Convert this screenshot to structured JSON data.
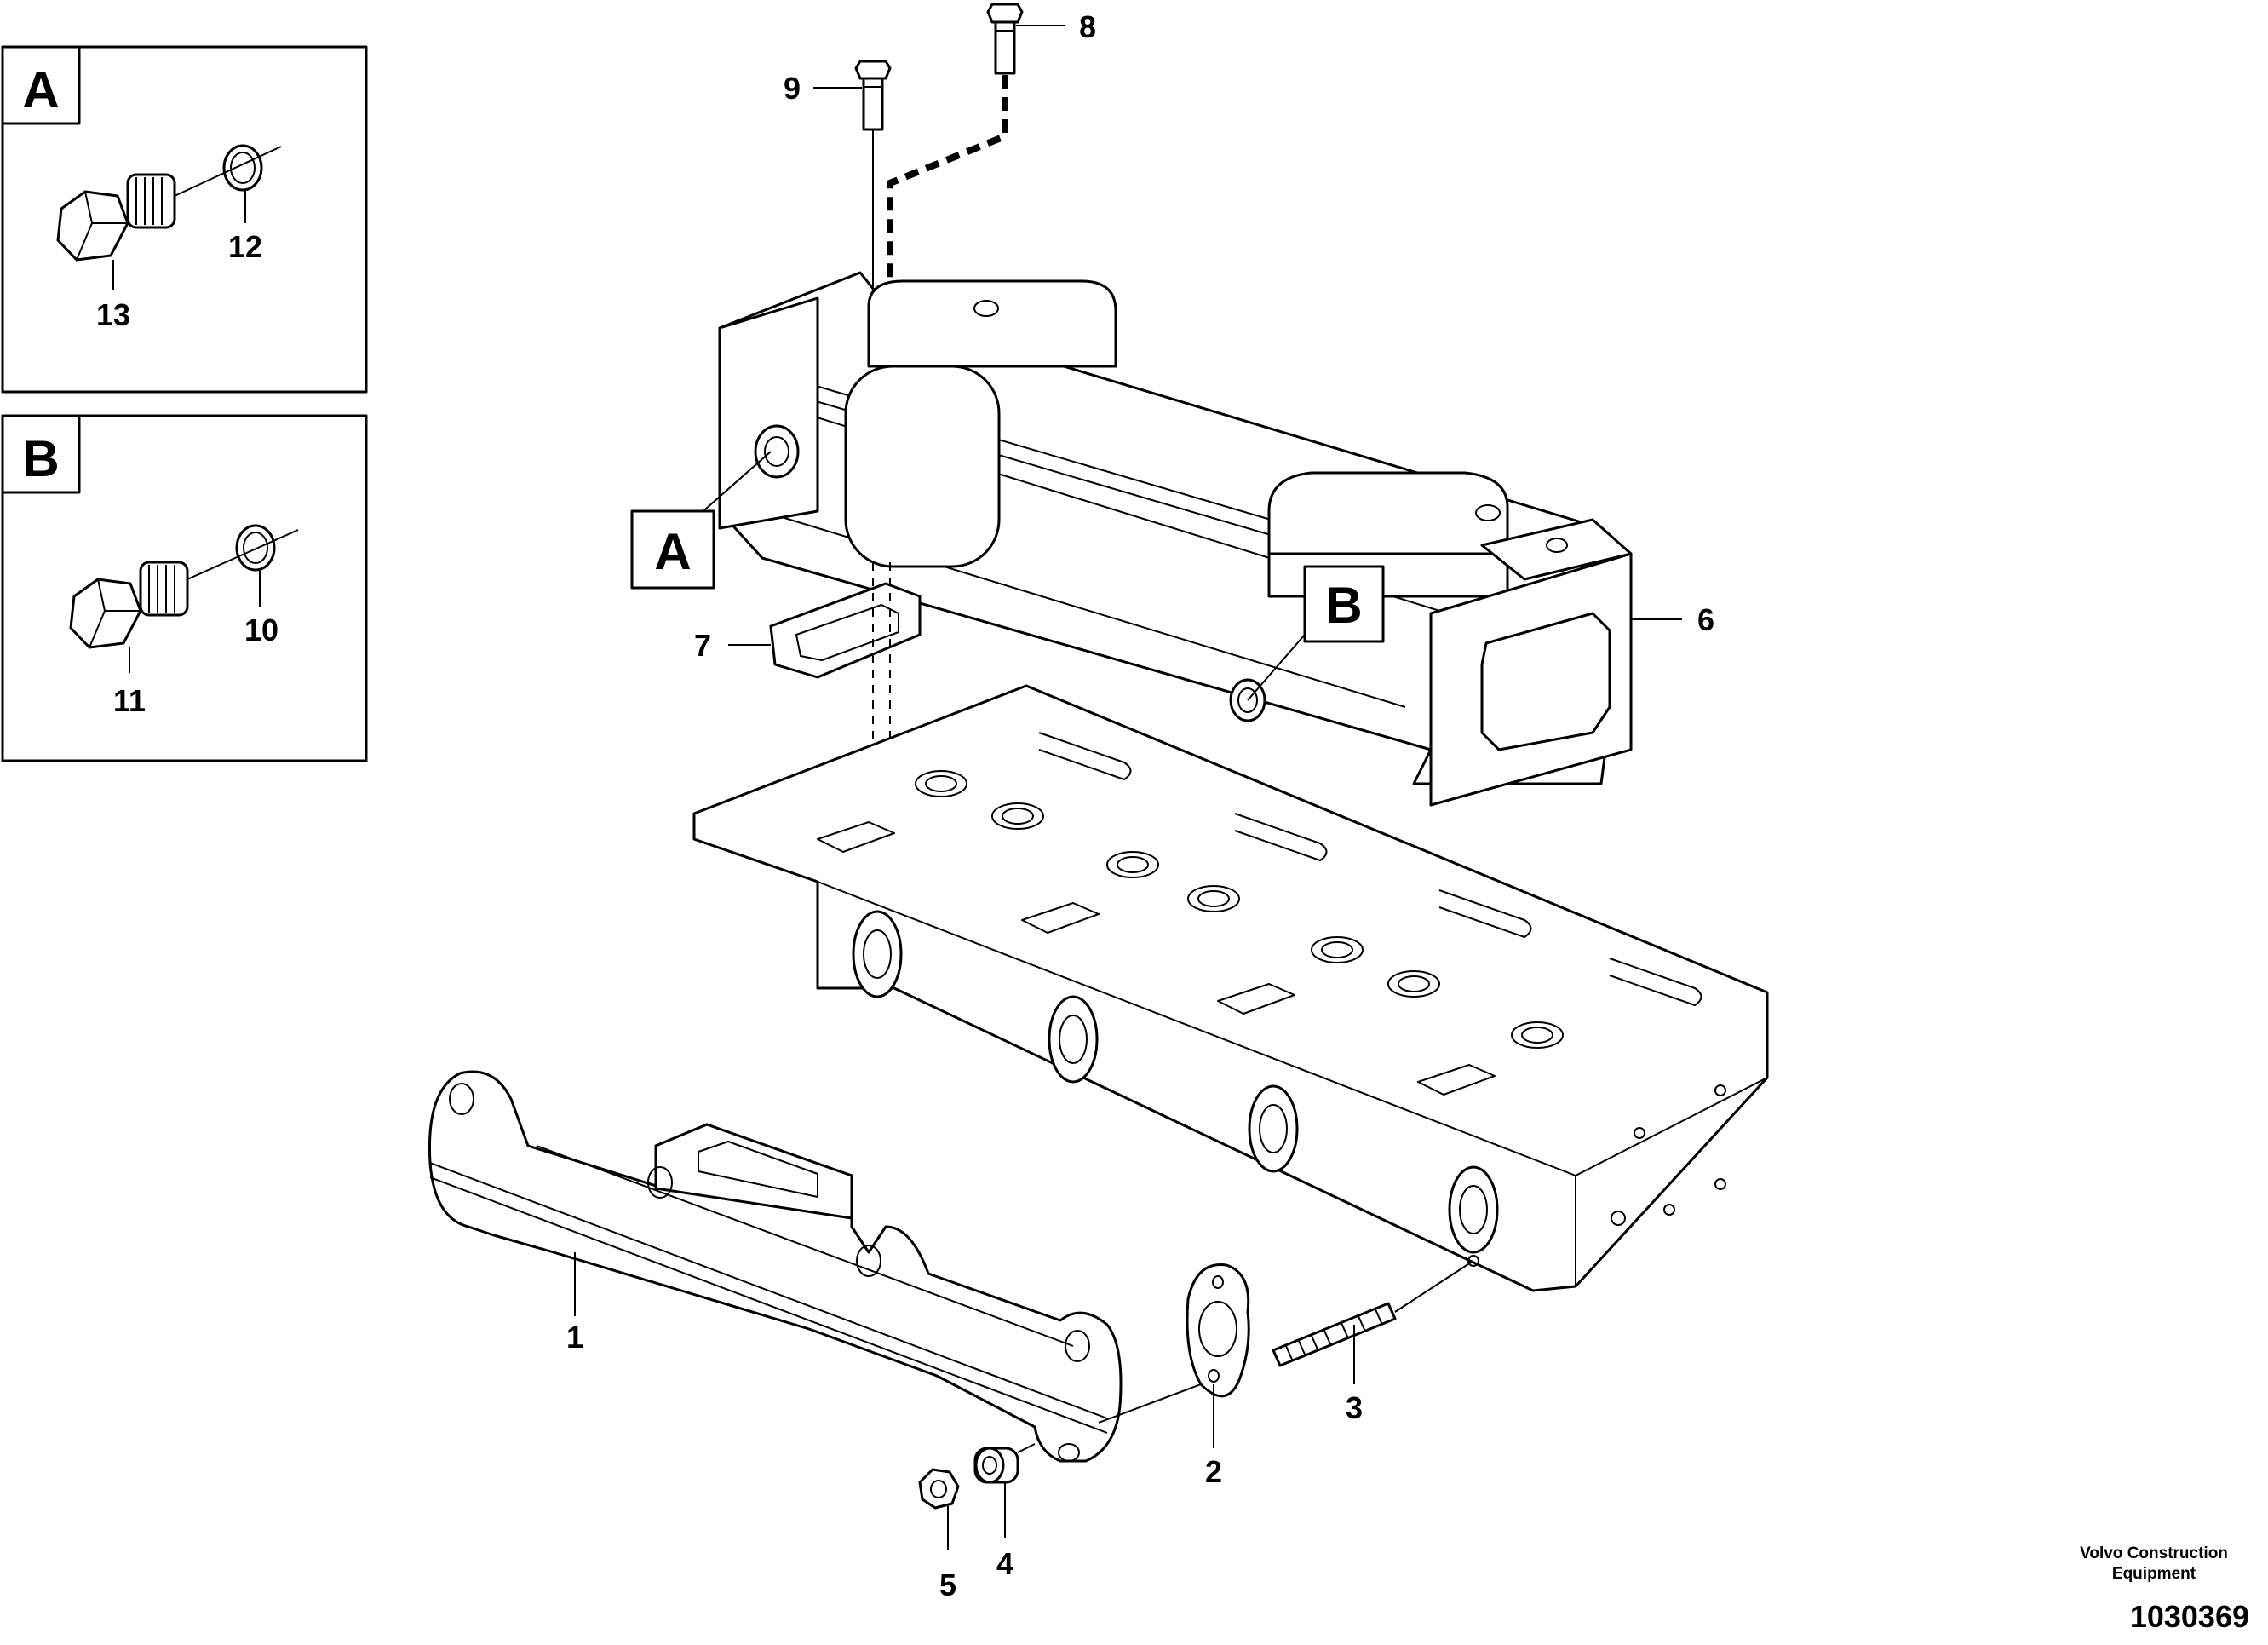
{
  "detail_boxes": [
    {
      "letter": "A",
      "callouts": [
        "12",
        "13"
      ]
    },
    {
      "letter": "B",
      "callouts": [
        "10",
        "11"
      ]
    }
  ],
  "view_markers": [
    "A",
    "B"
  ],
  "callouts": [
    "1",
    "2",
    "3",
    "4",
    "5",
    "6",
    "7",
    "8",
    "9"
  ],
  "footer": {
    "brand_line1": "Volvo Construction",
    "brand_line2": "Equipment",
    "drawing_number": "1030369"
  }
}
